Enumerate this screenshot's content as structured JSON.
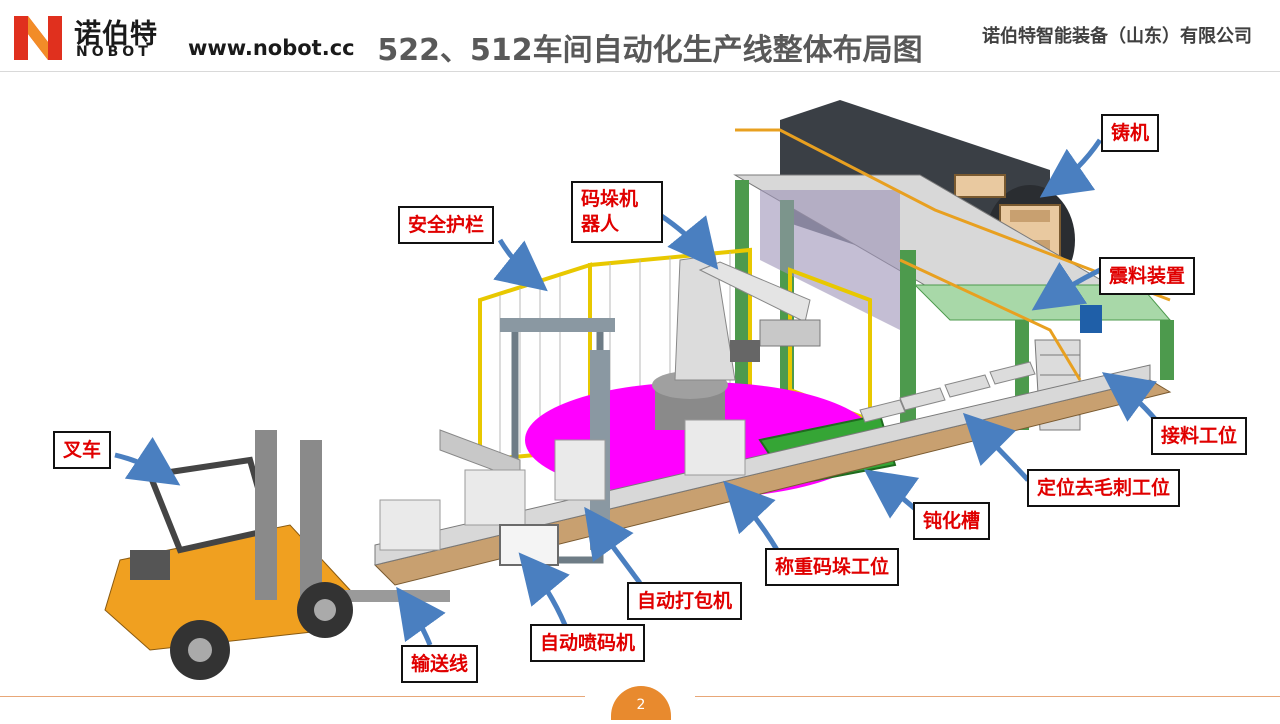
{
  "header": {
    "brand_cn": "诺伯特",
    "brand_en": "NOBOT",
    "website": "www.nobot.cc",
    "title": "522、512车间自动化生产线整体布局图",
    "company": "诺伯特智能装备（山东）有限公司"
  },
  "labels": {
    "casting_machine": "铸机",
    "palletizing_robot": "码垛机器人",
    "safety_fence": "安全护栏",
    "vibration_device": "震料装置",
    "receiving_station": "接料工位",
    "deburring_station": "定位去毛刺工位",
    "passivation_tank": "钝化槽",
    "weighing_station": "称重码垛工位",
    "auto_packer": "自动打包机",
    "auto_inkjet": "自动喷码机",
    "conveyor": "输送线",
    "forklift": "叉车"
  },
  "footer": {
    "page_number": "2"
  },
  "colors": {
    "accent_orange": "#e88a2e",
    "callout_text": "#e00000",
    "platform_magenta": "#ff00ff",
    "frame_green": "#3c8c3c",
    "forklift_orange": "#f0a020",
    "arrow_blue": "#4a7fc0"
  }
}
